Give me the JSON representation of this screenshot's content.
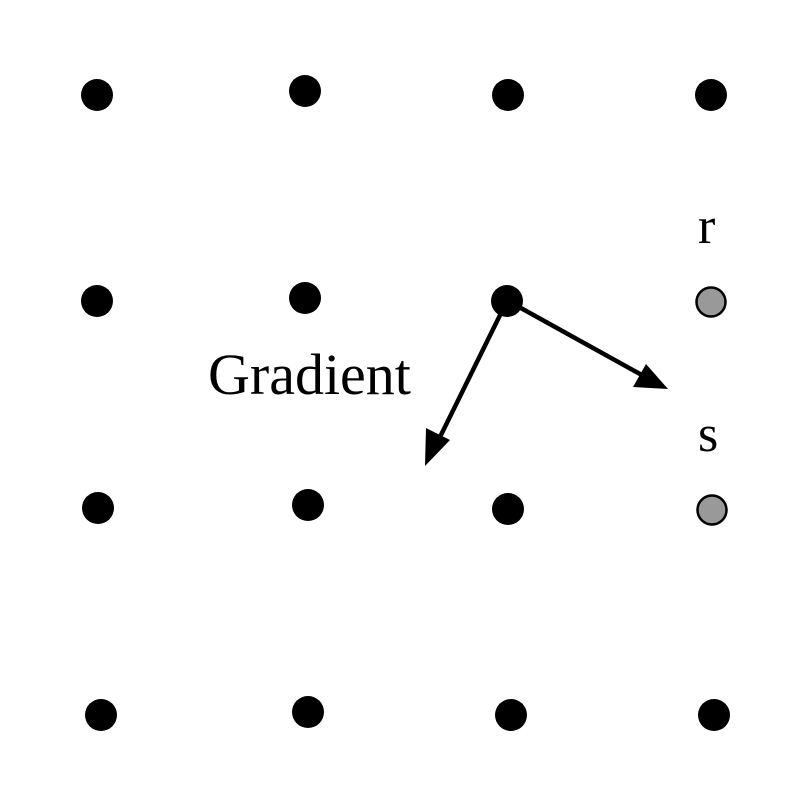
{
  "labels": {
    "gradient": "Gradient",
    "r": "r",
    "s": "s"
  },
  "colors": {
    "background": "#ffffff",
    "grid_point": "#000000",
    "highlight_point": "#999999",
    "arrow": "#000000"
  }
}
